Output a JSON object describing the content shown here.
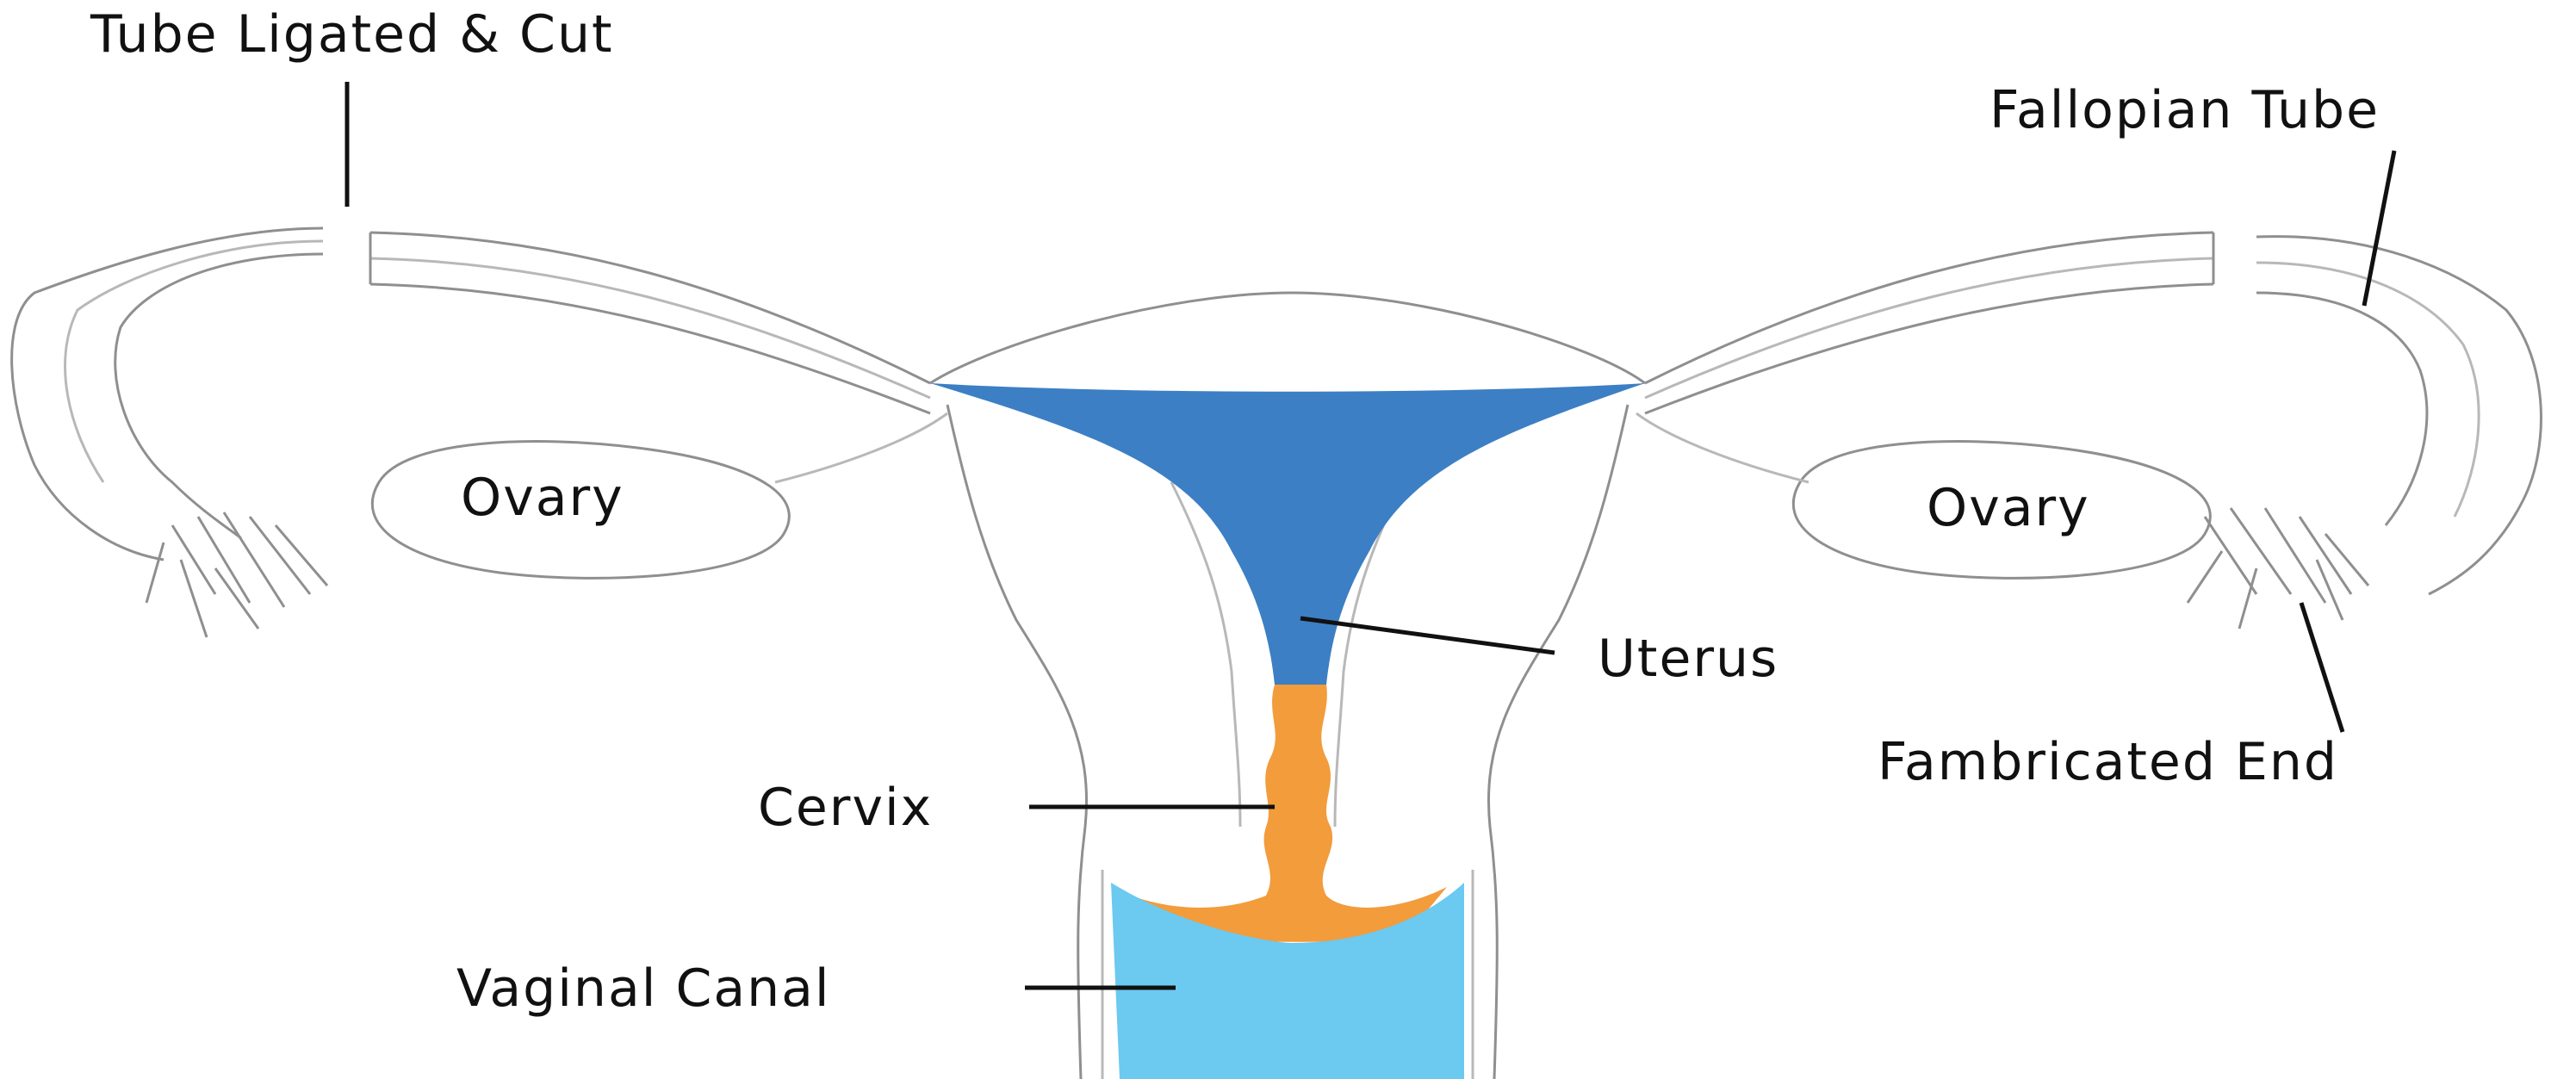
{
  "labels": {
    "tube_ligated": "Tube Ligated & Cut",
    "fallopian_tube": "Fallopian Tube",
    "ovary_left": "Ovary",
    "ovary_right": "Ovary",
    "uterus": "Uterus",
    "cervix": "Cervix",
    "fambricated_end": "Fambricated End",
    "vaginal_canal": "Vaginal Canal"
  },
  "colors": {
    "uterus": "#3c7fc4",
    "cervix": "#f29c3c",
    "vaginal_canal": "#6cc9f0"
  }
}
